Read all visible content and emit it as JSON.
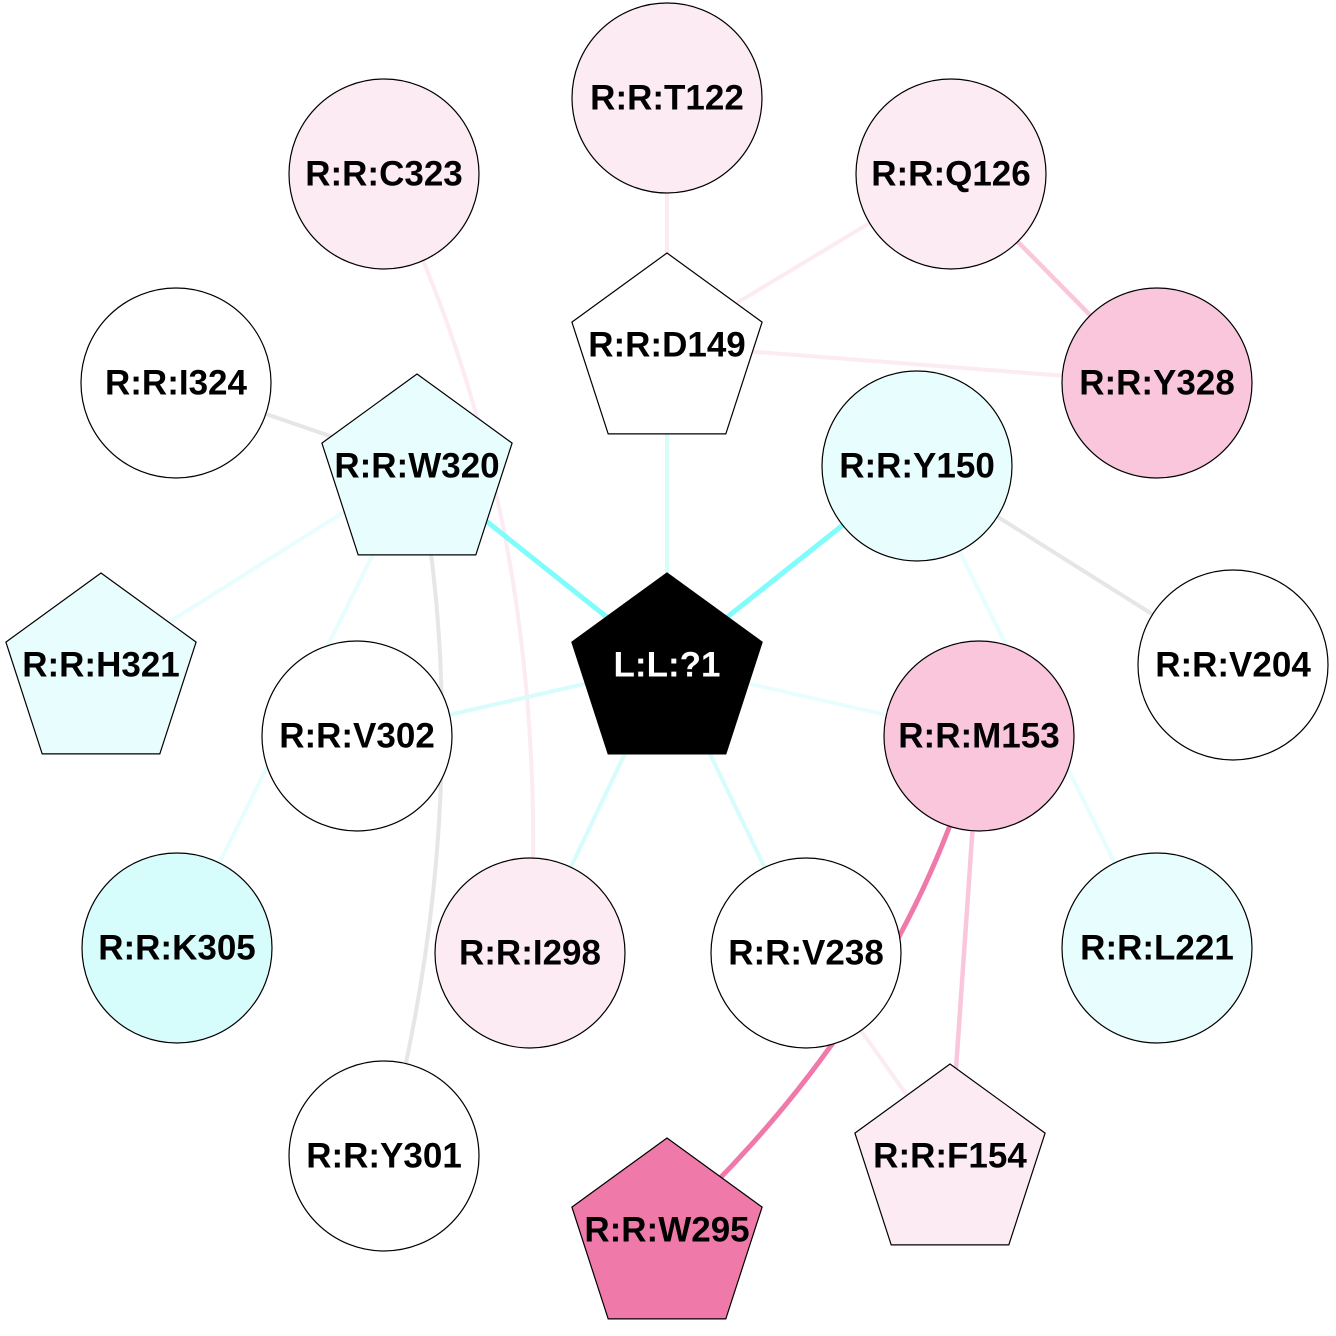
{
  "diagram": {
    "nodes": [
      {
        "id": "T122",
        "label": "R:R:T122",
        "shape": "circle",
        "fill": "#fcebf3"
      },
      {
        "id": "C323",
        "label": "R:R:C323",
        "shape": "circle",
        "fill": "#fcebf3"
      },
      {
        "id": "Q126",
        "label": "R:R:Q126",
        "shape": "circle",
        "fill": "#fcebf3"
      },
      {
        "id": "D149",
        "label": "R:R:D149",
        "shape": "pentagon",
        "fill": "#ffffff"
      },
      {
        "id": "I324",
        "label": "R:R:I324",
        "shape": "circle",
        "fill": "#ffffff"
      },
      {
        "id": "Y328",
        "label": "R:R:Y328",
        "shape": "circle",
        "fill": "#f9c6dc"
      },
      {
        "id": "W320",
        "label": "R:R:W320",
        "shape": "pentagon",
        "fill": "#e8fdfd"
      },
      {
        "id": "Y150",
        "label": "R:R:Y150",
        "shape": "circle",
        "fill": "#e8fdfd"
      },
      {
        "id": "H321",
        "label": "R:R:H321",
        "shape": "pentagon",
        "fill": "#e8fdfd"
      },
      {
        "id": "L1",
        "label": "L:L:?1",
        "shape": "pentagon",
        "fill": "#000000",
        "text_color": "#ffffff"
      },
      {
        "id": "V204",
        "label": "R:R:V204",
        "shape": "circle",
        "fill": "#ffffff"
      },
      {
        "id": "V302",
        "label": "R:R:V302",
        "shape": "circle",
        "fill": "#ffffff"
      },
      {
        "id": "M153",
        "label": "R:R:M153",
        "shape": "circle",
        "fill": "#f9c6dc"
      },
      {
        "id": "K305",
        "label": "R:R:K305",
        "shape": "circle",
        "fill": "#d6fcfc"
      },
      {
        "id": "I298",
        "label": "R:R:I298",
        "shape": "circle",
        "fill": "#fcebf3"
      },
      {
        "id": "V238",
        "label": "R:R:V238",
        "shape": "circle",
        "fill": "#ffffff"
      },
      {
        "id": "L221",
        "label": "R:R:L221",
        "shape": "circle",
        "fill": "#e8fdfd"
      },
      {
        "id": "Y301",
        "label": "R:R:Y301",
        "shape": "circle",
        "fill": "#ffffff"
      },
      {
        "id": "F154",
        "label": "R:R:F154",
        "shape": "pentagon",
        "fill": "#fcebf3"
      },
      {
        "id": "W295",
        "label": "R:R:W295",
        "shape": "pentagon",
        "fill": "#ef7aaa"
      }
    ],
    "edges": [
      {
        "from": "T122",
        "to": "D149",
        "color": "#fcebf3"
      },
      {
        "from": "Q126",
        "to": "D149",
        "color": "#fcebf3"
      },
      {
        "from": "D149",
        "to": "Y328",
        "color": "#fcebf3"
      },
      {
        "from": "Q126",
        "to": "Y328",
        "color": "#f9c6dc"
      },
      {
        "from": "D149",
        "to": "L1",
        "color": "#d6fcfc"
      },
      {
        "from": "C323",
        "to": "I298",
        "color": "#fcebf3",
        "curved": true
      },
      {
        "from": "I324",
        "to": "W320",
        "color": "#e6e6e6"
      },
      {
        "from": "W320",
        "to": "L1",
        "color": "#80fcfc"
      },
      {
        "from": "W320",
        "to": "H321",
        "color": "#e8fdfd"
      },
      {
        "from": "W320",
        "to": "K305",
        "color": "#e8fdfd"
      },
      {
        "from": "W320",
        "to": "Y301",
        "color": "#e6e6e6",
        "curved": true
      },
      {
        "from": "Y150",
        "to": "L1",
        "color": "#80fcfc"
      },
      {
        "from": "Y150",
        "to": "V204",
        "color": "#e6e6e6"
      },
      {
        "from": "Y150",
        "to": "L221",
        "color": "#e8fdfd"
      },
      {
        "from": "L1",
        "to": "V302",
        "color": "#d6fcfc"
      },
      {
        "from": "L1",
        "to": "M153",
        "color": "#e8fdfd"
      },
      {
        "from": "L1",
        "to": "I298",
        "color": "#d6fcfc"
      },
      {
        "from": "L1",
        "to": "V238",
        "color": "#d6fcfc"
      },
      {
        "from": "M153",
        "to": "F154",
        "color": "#f9c6dc"
      },
      {
        "from": "M153",
        "to": "W295",
        "color": "#ef7aaa",
        "curved": true
      },
      {
        "from": "V238",
        "to": "F154",
        "color": "#fcebf3"
      }
    ]
  }
}
